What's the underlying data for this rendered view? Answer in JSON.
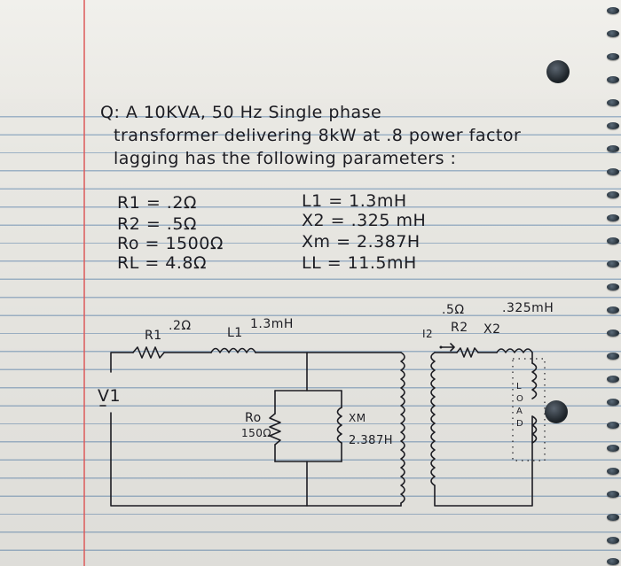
{
  "question": {
    "line1": "Q: A 10KVA, 50 Hz Single phase",
    "line2": "transformer delivering 8kW at .8 power factor",
    "line3": "lagging has the following parameters :"
  },
  "parameters_left": [
    "R1 = .2Ω",
    "R2 = .5Ω",
    "Ro = 1500Ω",
    "RL = 4.8Ω"
  ],
  "parameters_right": [
    "L1 = 1.3mH",
    "X2 = .325 mH",
    "Xm = 2.387H",
    "LL = 11.5mH"
  ],
  "circuit_labels": {
    "r1_value": ".2Ω",
    "r1_name": "R1",
    "l1_name": "L1",
    "l1_value": "1.3mH",
    "v1": "V1",
    "ro_name": "Ro",
    "ro_value": "150Ω",
    "xm_name": "XM",
    "xm_value": "2.387H",
    "r2_value": ".5Ω",
    "x2_value": ".325mH",
    "i2": "I2",
    "r2_name": "R2",
    "x2_name": "X2",
    "load": "LOAD"
  },
  "colors": {
    "ink": "#1c1c22",
    "rule_lines": "#9fb4c8",
    "margin_line": "#dc5a5a",
    "paper": "#ecebe6"
  }
}
